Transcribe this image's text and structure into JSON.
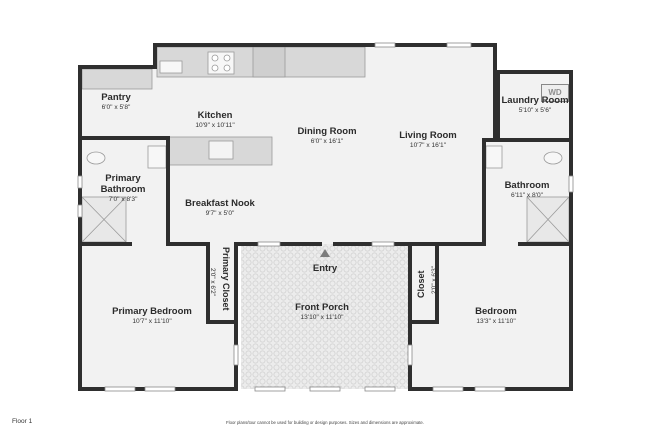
{
  "floor_label": "Floor 1",
  "disclaimer": "Floor plans/tour cannot be used for building or design purposes. Sizes and dimensions are approximate.",
  "appliance_label": "WD",
  "rooms": {
    "pantry": {
      "name": "Pantry",
      "dims": "6'0\" x 5'8\""
    },
    "kitchen": {
      "name": "Kitchen",
      "dims": "10'9\" x 10'11\""
    },
    "dining": {
      "name": "Dining Room",
      "dims": "6'0\" x 16'1\""
    },
    "living": {
      "name": "Living Room",
      "dims": "10'7\" x 16'1\""
    },
    "laundry": {
      "name": "Laundry Room",
      "dims": "5'10\" x 5'6\""
    },
    "primary_bath": {
      "name_line1": "Primary",
      "name_line2": "Bathroom",
      "dims": "7'0\" x 8'3\""
    },
    "breakfast": {
      "name": "Breakfast Nook",
      "dims": "9'7\" x 5'0\""
    },
    "bathroom": {
      "name": "Bathroom",
      "dims": "6'11\" x 8'0\""
    },
    "primary_closet": {
      "name": "Primary Closet",
      "dims": "2'0\" x 6'2\""
    },
    "entry": {
      "name": "Entry"
    },
    "front_porch": {
      "name": "Front Porch",
      "dims": "13'10\" x 11'10\""
    },
    "closet": {
      "name": "Closet",
      "dims": "2'0\" x 6'3\""
    },
    "primary_bedroom": {
      "name": "Primary Bedroom",
      "dims": "10'7\" x 11'10\""
    },
    "bedroom": {
      "name": "Bedroom",
      "dims": "13'3\" x 11'10\""
    }
  },
  "colors": {
    "wall": "#2f2f2f",
    "floor": "#f0f0f0",
    "porch": "#e9e9e9",
    "fixture": "#d6d6d6",
    "background": "#ffffff"
  }
}
